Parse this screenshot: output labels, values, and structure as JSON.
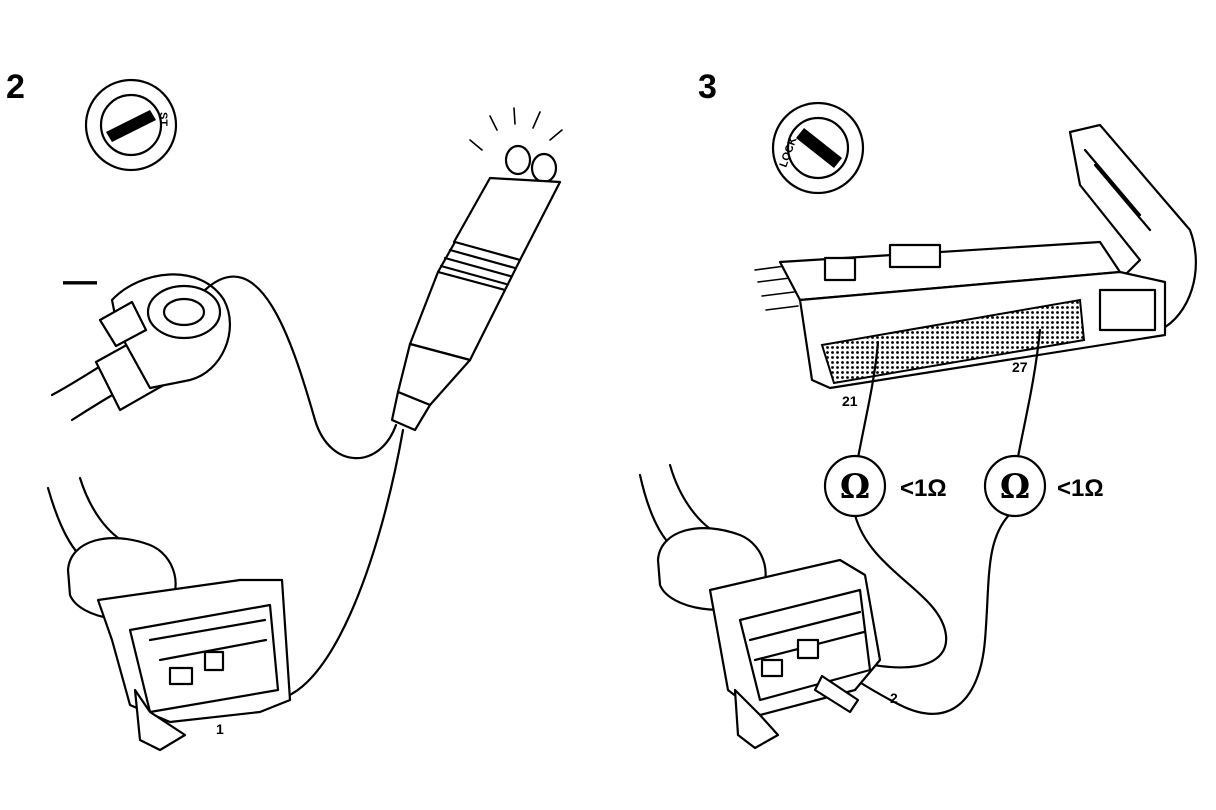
{
  "steps": [
    {
      "number": "2",
      "ignition_switch": {
        "marking": "ST",
        "icon": "ignition-key-switch"
      },
      "battery_terminal": {
        "polarity_label": "—",
        "icon": "battery-negative-terminal"
      },
      "test_lamp": {
        "icon": "test-lamp-lit"
      },
      "injector_connector": {
        "pin_label": "1",
        "icon": "two-pin-connector"
      }
    },
    {
      "number": "3",
      "ignition_switch": {
        "marking": "LOCK",
        "icon": "ignition-key-switch"
      },
      "ecu_connector": {
        "pins": [
          "21",
          "27"
        ],
        "icon": "ecu-multipin-connector"
      },
      "ohmmeters": [
        {
          "symbol": "Ω",
          "reading": "<1Ω"
        },
        {
          "symbol": "Ω",
          "reading": "<1Ω"
        }
      ],
      "injector_connector": {
        "pin_label": "2",
        "icon": "two-pin-connector"
      }
    }
  ]
}
